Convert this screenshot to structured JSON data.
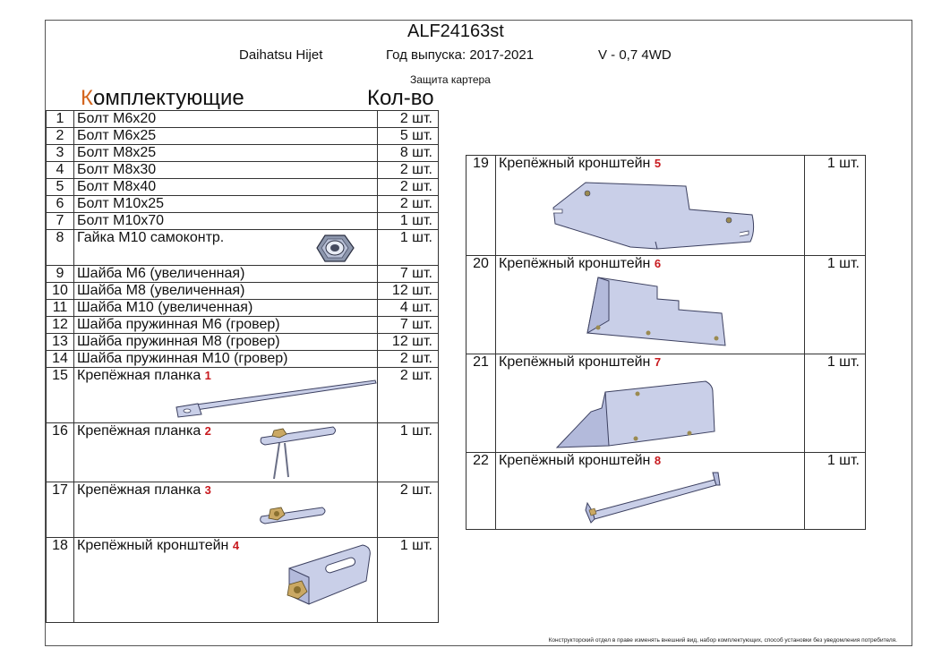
{
  "header": {
    "code": "ALF24163st",
    "model": "Daihatsu Hijet",
    "year": "Год выпуска: 2017-2021",
    "engine": "V - 0,7 4WD",
    "subtitle": "Защита картера"
  },
  "titles": {
    "komp_first": "К",
    "komp_rest": "омплектующие",
    "kolvo": "Кол-во"
  },
  "left_items": [
    {
      "n": "1",
      "name": "Болт М6х20",
      "qty": "2 шт."
    },
    {
      "n": "2",
      "name": "Болт М6х25",
      "qty": "5 шт."
    },
    {
      "n": "3",
      "name": "Болт М8х25",
      "qty": "8 шт."
    },
    {
      "n": "4",
      "name": "Болт М8х30",
      "qty": "2 шт."
    },
    {
      "n": "5",
      "name": "Болт М8х40",
      "qty": "2 шт."
    },
    {
      "n": "6",
      "name": "Болт М10х25",
      "qty": "2 шт."
    },
    {
      "n": "7",
      "name": "Болт М10х70",
      "qty": "1 шт."
    },
    {
      "n": "8",
      "name": "Гайка М10 самоконтр.",
      "qty": "1 шт."
    },
    {
      "n": "9",
      "name": "Шайба М6 (увеличенная)",
      "qty": "7 шт."
    },
    {
      "n": "10",
      "name": "Шайба М8 (увеличенная)",
      "qty": "12 шт."
    },
    {
      "n": "11",
      "name": "Шайба М10 (увеличенная)",
      "qty": "4 шт."
    },
    {
      "n": "12",
      "name": "Шайба пружинная М6 (гровер)",
      "qty": "7 шт."
    },
    {
      "n": "13",
      "name": "Шайба пружинная М8 (гровер)",
      "qty": "12 шт."
    },
    {
      "n": "14",
      "name": "Шайба пружинная М10 (гровер)",
      "qty": "2 шт."
    },
    {
      "n": "15",
      "name": "Крепёжная планка",
      "mark": "1",
      "qty": "2 шт."
    },
    {
      "n": "16",
      "name": "Крепёжная планка",
      "mark": "2",
      "qty": "1 шт."
    },
    {
      "n": "17",
      "name": "Крепёжная планка",
      "mark": "3",
      "qty": "2 шт."
    },
    {
      "n": "18",
      "name": "Крепёжный кронштейн",
      "mark": "4",
      "qty": "1 шт."
    }
  ],
  "right_items": [
    {
      "n": "19",
      "name": "Крепёжный кронштейн",
      "mark": "5",
      "qty": "1 шт."
    },
    {
      "n": "20",
      "name": "Крепёжный кронштейн",
      "mark": "6",
      "qty": "1 шт."
    },
    {
      "n": "21",
      "name": "Крепёжный кронштейн",
      "mark": "7",
      "qty": "1 шт."
    },
    {
      "n": "22",
      "name": "Крепёжный кронштейн",
      "mark": "8",
      "qty": "1 шт."
    }
  ],
  "colors": {
    "accent": "#d4661f",
    "mark": "#c8191e",
    "part_fill": "#c9cfe8",
    "part_stroke": "#3c4060"
  },
  "footnote": "Конструкторский отдел в праве изменять внешний вид, набор комплектующих, способ установки без уведомления потребителя."
}
